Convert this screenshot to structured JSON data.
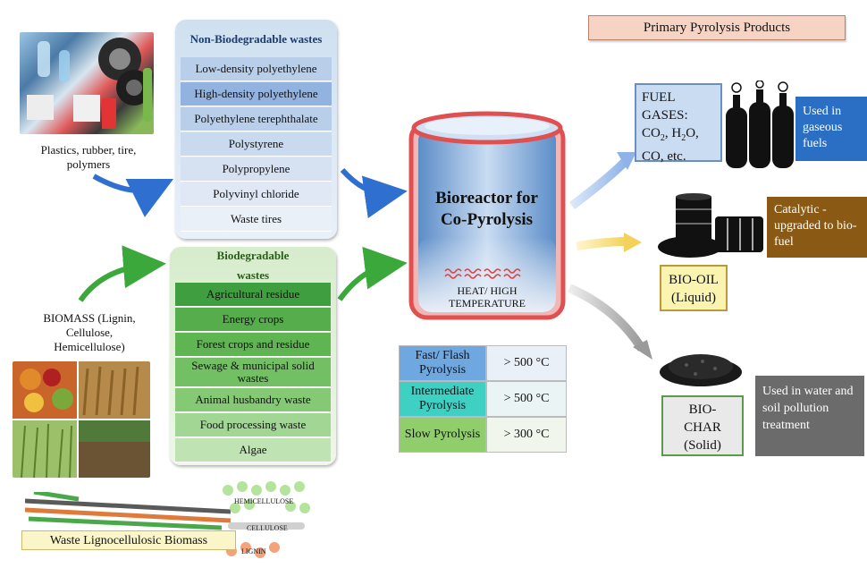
{
  "header": {
    "products_title": "Primary Pyrolysis Products"
  },
  "left": {
    "plastics_caption": "Plastics, rubber, tire, polymers",
    "biomass_caption": "BIOMASS (Lignin, Cellulose, Hemicellulose)",
    "lignocellulosic_label": "Waste Lignocellulosic Biomass",
    "hemicellulose_label": "HEMICELLULOSE",
    "cellulose_label": "CELLULOSE",
    "lignin_label": "LIGNIN"
  },
  "non_bio": {
    "title": "Non-Biodegradable wastes",
    "items": [
      "Low-density polyethylene",
      "High-density polyethylene",
      "Polyethylene terephthalate",
      "Polystyrene",
      "Polypropylene",
      "Polyvinyl chloride",
      "Waste tires"
    ]
  },
  "bio": {
    "title": "Biodegradable wastes",
    "items": [
      "Agricultural residue",
      "Energy crops",
      "Forest crops and residue",
      "Sewage & municipal solid wastes",
      "Animal husbandry waste",
      "Food processing waste",
      "Algae"
    ]
  },
  "reactor": {
    "title": "Bioreactor for Co-Pyrolysis",
    "heat_label": "HEAT/ HIGH TEMPERATURE"
  },
  "pyrolysis_table": [
    {
      "type": "Fast/ Flash Pyrolysis",
      "temp": "> 500 °C"
    },
    {
      "type": "Intermediate Pyrolysis",
      "temp": "> 500 °C"
    },
    {
      "type": "Slow Pyrolysis",
      "temp": "> 300 °C"
    }
  ],
  "products": {
    "gas_label": "FUEL GASES:",
    "gas_formula_line1": "CO",
    "gas_formula_line1_sub": "2",
    "gas_formula_line1_b": ", H",
    "gas_formula_line1_sub2": "2",
    "gas_formula_line1_c": "O,",
    "gas_formula_line2": "CO, etc.",
    "gas_use": "Used in gaseous fuels",
    "oil_label": "BIO-OIL (Liquid)",
    "oil_use": "Catalytic - upgraded to bio-fuel",
    "char_label": "BIO- CHAR (Solid)",
    "char_use": "Used in water and soil pollution treatment"
  },
  "colors": {
    "nb_row_dark": "#7ea6dc",
    "nb_row_light": "#b9cfe9",
    "b_row_dark": "#3f9e3f",
    "b_row_light": "#8fcf7f",
    "reactor_rim": "#e05050",
    "gas_use_bg": "#2a6fc4",
    "oil_use_bg": "#8a5a14",
    "char_use_bg": "#6b6b6b"
  }
}
